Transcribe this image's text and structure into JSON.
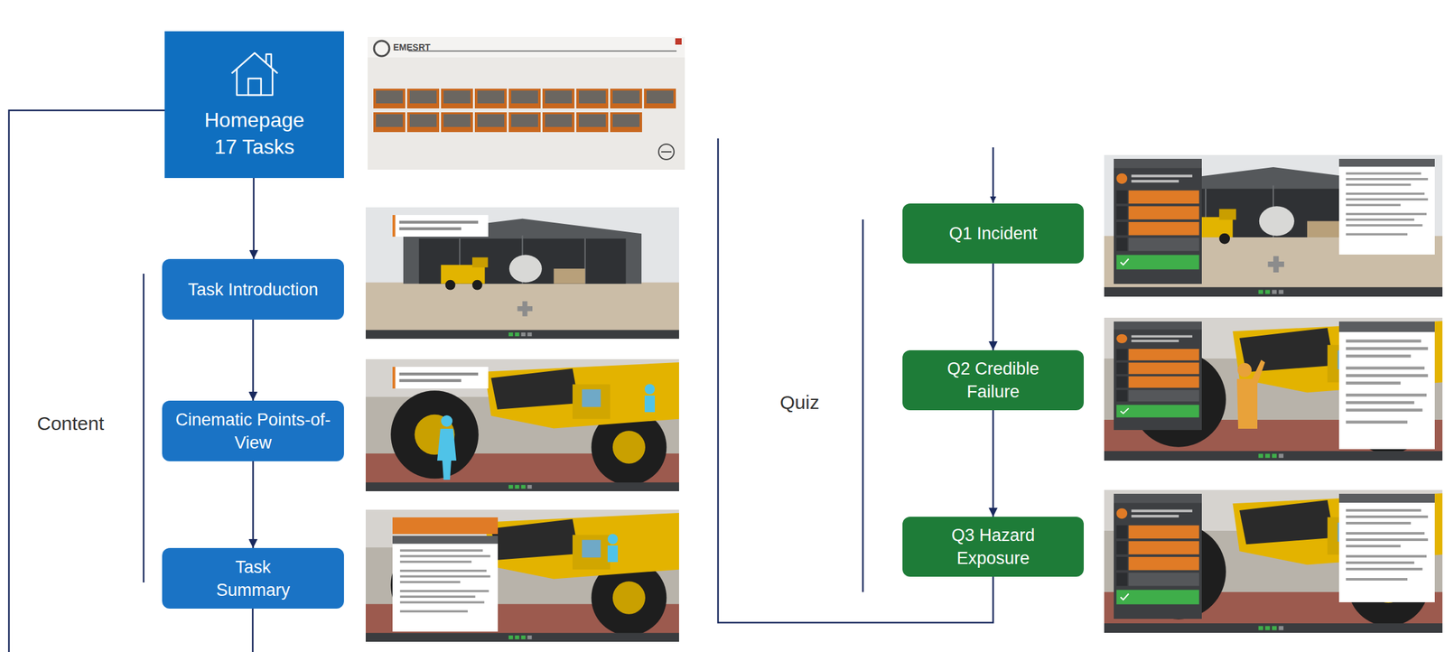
{
  "diagram": {
    "nodes": [
      {
        "text": [
          "Homepage",
          "17 Tasks"
        ]
      },
      {
        "text": [
          "Task Introduction"
        ]
      },
      {
        "text": [
          "Cinematic Points-of-View"
        ]
      },
      {
        "text": [
          "Task Summary"
        ]
      },
      {
        "text": [
          "Q1 Incident"
        ]
      },
      {
        "text": [
          "Q2 Credible Failure"
        ]
      },
      {
        "text": [
          "Q3 Hazard Exposure"
        ]
      }
    ],
    "edges": [
      {
        "from": 0,
        "to": 1,
        "arrow": "to"
      },
      {
        "from": 1,
        "to": 2,
        "arrow": "to"
      },
      {
        "from": 2,
        "to": 3,
        "arrow": "to"
      },
      {
        "from": 4,
        "to": 5,
        "arrow": "to"
      },
      {
        "from": 5,
        "to": 6,
        "arrow": "to"
      }
    ],
    "labels": [
      "Content",
      "Quiz",
      "EMESRT"
    ]
  }
}
